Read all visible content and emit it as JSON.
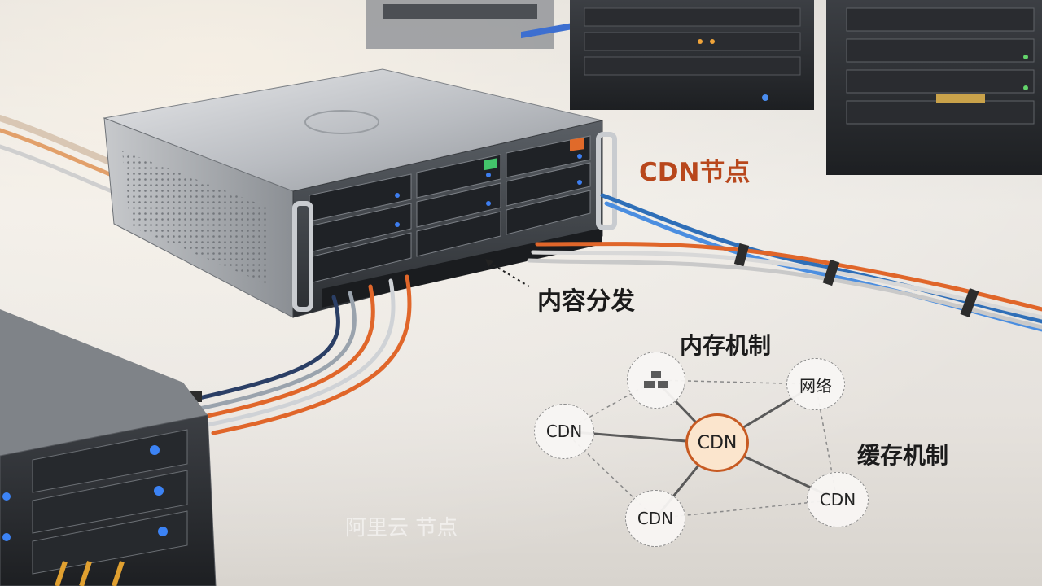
{
  "labels": {
    "cdn_node": "CDN节点",
    "content_distribution": "内容分发",
    "memory_mechanism": "内存机制",
    "cache_mechanism": "缓存机制",
    "watermark": "阿里云  节点"
  },
  "diagram": {
    "center": "CDN",
    "left": "CDN",
    "bottom_left": "CDN",
    "bottom_right": "CDN",
    "top_right": "网络",
    "top_left_icon": "server-tile-icon"
  },
  "colors": {
    "accent_orange": "#c75a22",
    "title_orange": "#b8471c",
    "cable_blue": "#2f6fb8",
    "cable_orange": "#e0662a"
  }
}
